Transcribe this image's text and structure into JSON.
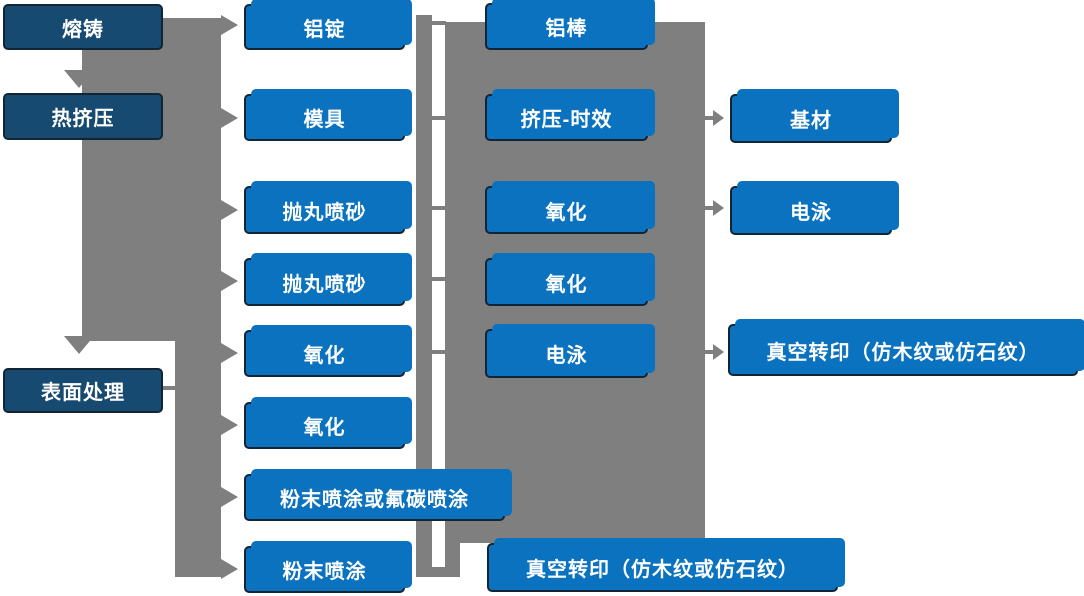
{
  "diagram": {
    "description": "Aluminum profile production process flowchart",
    "colors": {
      "bright_box": "#0B72BF",
      "dark_box": "#174A71",
      "box_border": "#132433",
      "connector_gray": "#7F7F7F",
      "text": "#FFFFFF",
      "background": "#FFFFFF"
    },
    "nodes": [
      {
        "label": "熔铸"
      },
      {
        "label": "热挤压"
      },
      {
        "label": "表面处理"
      },
      {
        "label": "铝锭"
      },
      {
        "label": "模具"
      },
      {
        "label": "抛丸喷砂"
      },
      {
        "label": "抛丸喷砂"
      },
      {
        "label": "氧化"
      },
      {
        "label": "氧化"
      },
      {
        "label": "粉末喷涂或氟碳喷涂"
      },
      {
        "label": "粉末喷涂"
      },
      {
        "label": "铝棒"
      },
      {
        "label": "挤压-时效"
      },
      {
        "label": "氧化"
      },
      {
        "label": "氧化"
      },
      {
        "label": "电泳"
      },
      {
        "label": "真空转印（仿木纹或仿石纹）"
      },
      {
        "label": "基材"
      },
      {
        "label": "电泳"
      },
      {
        "label": "真空转印（仿木纹或仿石纹）"
      }
    ]
  }
}
